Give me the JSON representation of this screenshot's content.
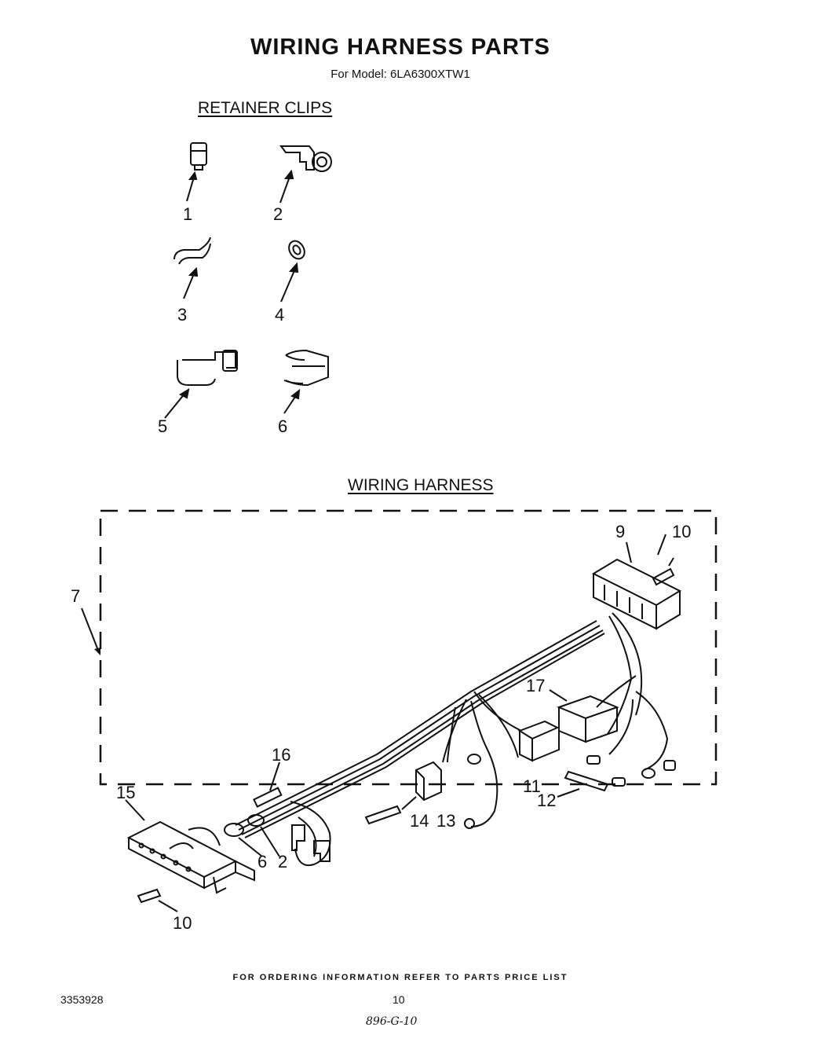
{
  "header": {
    "title": "WIRING HARNESS PARTS",
    "model_line": "For Model: 6LA6300XTW1"
  },
  "retainer_clips": {
    "heading": "RETAINER CLIPS",
    "callouts": [
      "1",
      "2",
      "3",
      "4",
      "5",
      "6"
    ]
  },
  "wiring_harness": {
    "heading": "WIRING HARNESS",
    "callouts": {
      "c7": "7",
      "c9": "9",
      "c10_top": "10",
      "c17": "17",
      "c16": "16",
      "c15": "15",
      "c11": "11",
      "c12": "12",
      "c14": "14",
      "c13": "13",
      "c6": "6",
      "c2": "2",
      "c10_bottom": "10"
    }
  },
  "footer": {
    "ordering_note": "FOR ORDERING INFORMATION REFER TO PARTS PRICE LIST",
    "doc_number": "3353928",
    "page_number": "10",
    "handwritten_note": "896-G-10"
  }
}
